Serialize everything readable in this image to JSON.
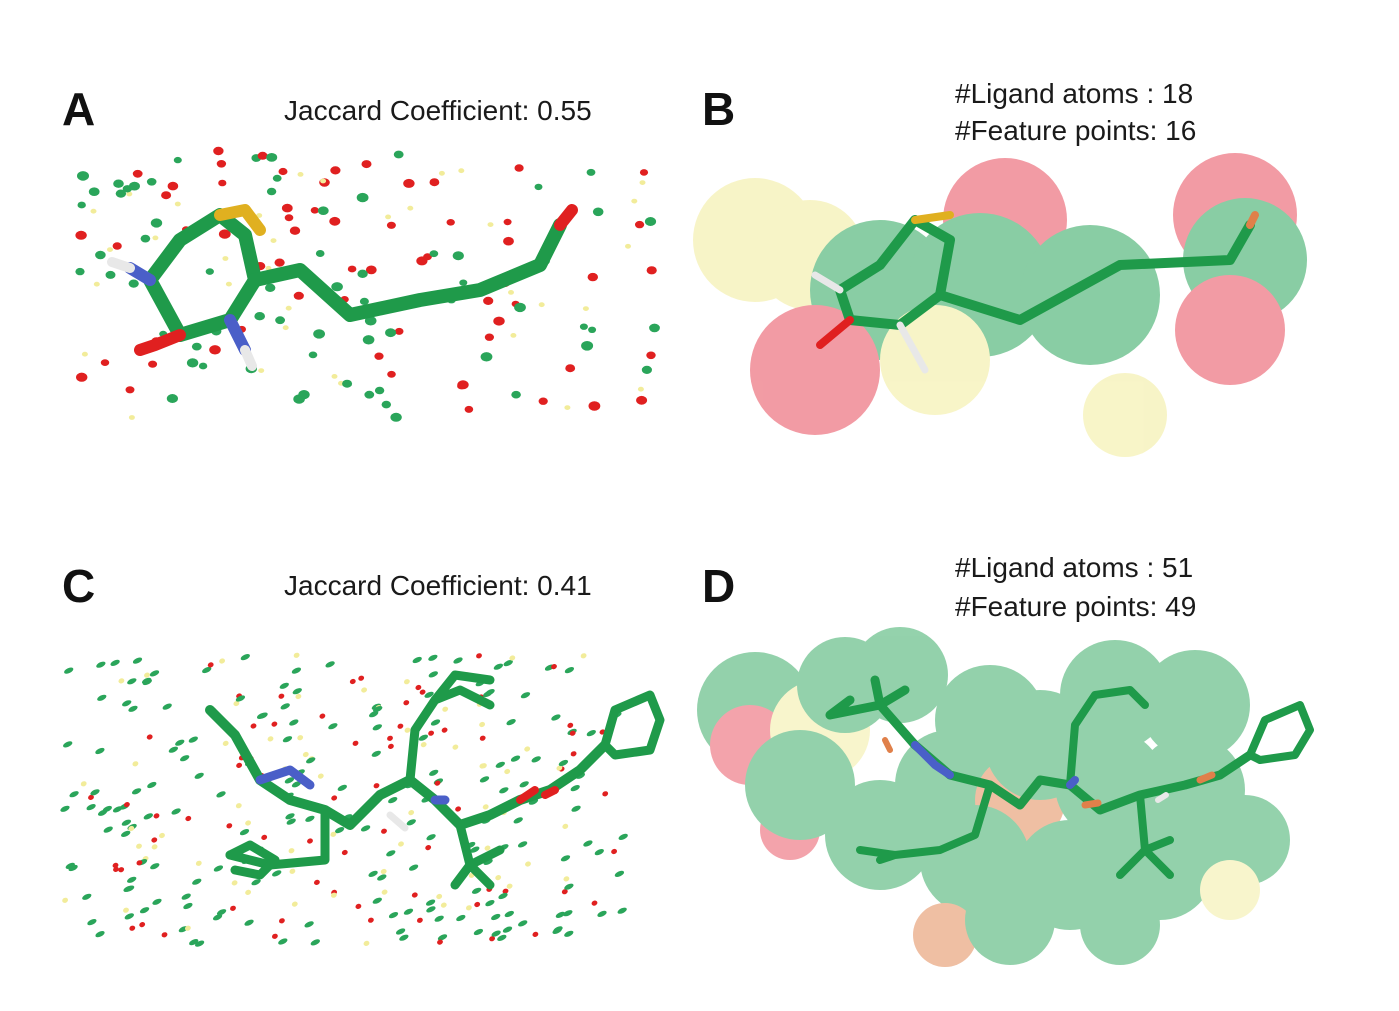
{
  "figure": {
    "colors": {
      "carbon": "#1f9a4a",
      "sulfur": "#e0b020",
      "nitrogen": "#4a5fc8",
      "oxygen": "#e02020",
      "hydrogen": "#e8e8e8",
      "feature_green": "#2aa55a",
      "feature_red": "#e84a5a",
      "feature_yellow": "#f2ec9a",
      "feature_orange": "#e0804a"
    },
    "panels": [
      {
        "letter": "A",
        "caption_lines": [
          "Jaccard Coefficient: 0.55"
        ],
        "view": "point-cloud with ligand"
      },
      {
        "letter": "B",
        "caption_lines": [
          "#Ligand atoms : 18",
          "#Feature points: 16"
        ],
        "view": "feature spheres with ligand"
      },
      {
        "letter": "C",
        "caption_lines": [
          "Jaccard Coefficient: 0.41"
        ],
        "view": "point-cloud with ligand"
      },
      {
        "letter": "D",
        "caption_lines": [
          "#Ligand atoms : 51",
          "#Feature points: 49"
        ],
        "view": "feature spheres with ligand"
      }
    ]
  }
}
